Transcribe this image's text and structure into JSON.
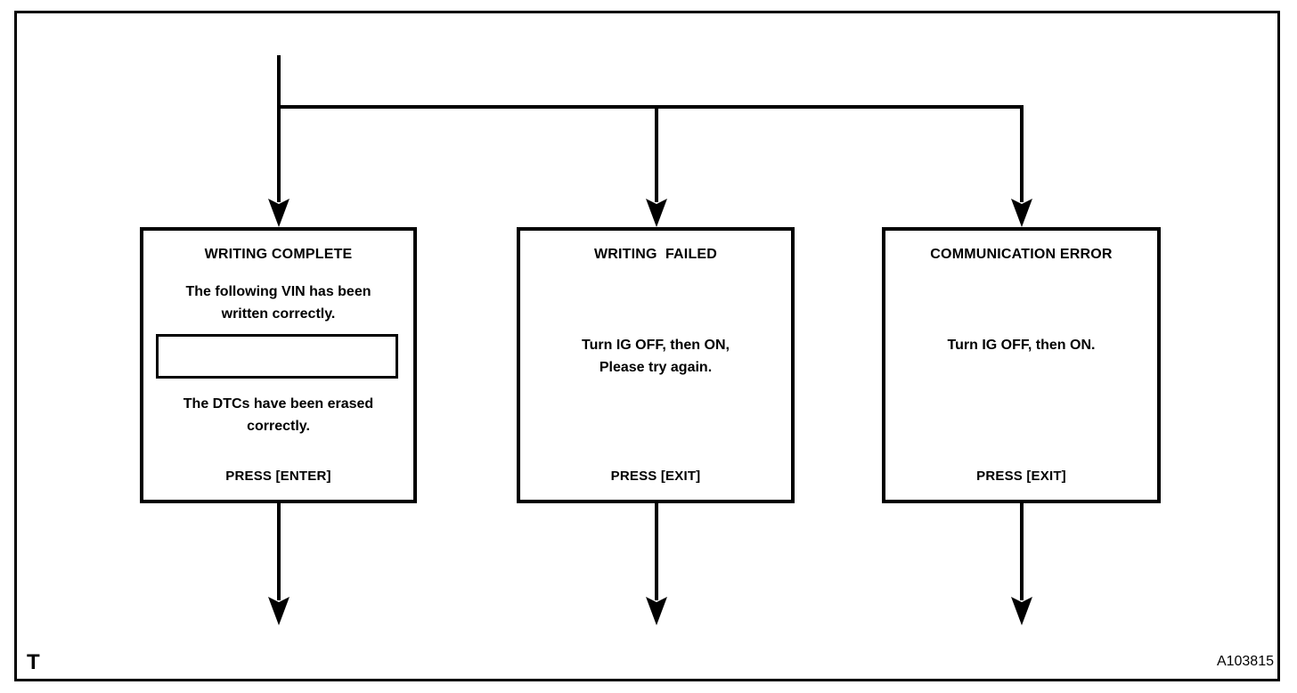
{
  "diagram": {
    "boxes": [
      {
        "title": "WRITING COMPLETE",
        "body_top": "The following VIN has been\nwritten correctly.",
        "vin_value": "",
        "body_bottom": "The DTCs have been erased\ncorrectly.",
        "footer": "PRESS [ENTER]"
      },
      {
        "title": "WRITING  FAILED",
        "body": "Turn IG OFF, then ON,\nPlease try again.",
        "footer": "PRESS [EXIT]"
      },
      {
        "title": "COMMUNICATION ERROR",
        "body": "Turn IG OFF, then ON.",
        "footer": "PRESS [EXIT]"
      }
    ],
    "labels": {
      "corner": "T",
      "figure_id": "A103815"
    },
    "colors": {
      "line": "#000000",
      "background": "#ffffff"
    }
  }
}
